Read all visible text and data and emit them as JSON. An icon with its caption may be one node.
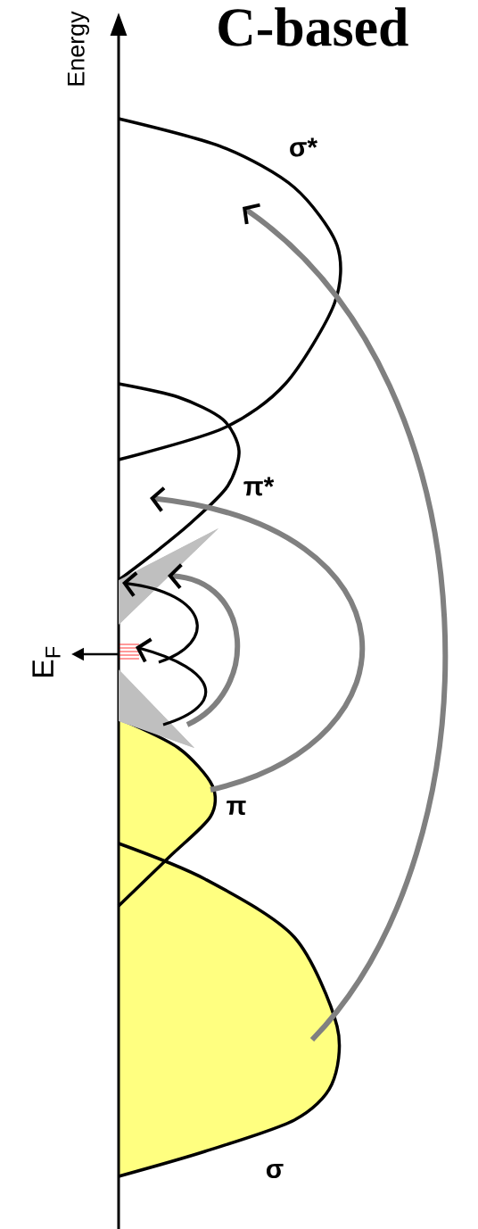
{
  "diagram": {
    "title": "C-based",
    "nodes": [
      {
        "text": [
          "σ*"
        ]
      },
      {
        "text": [
          "π*"
        ]
      },
      {
        "text": [
          "π"
        ]
      },
      {
        "text": [
          "σ"
        ]
      },
      {
        "text": [],
        "shape": "triangle"
      },
      {
        "text": [],
        "shape": "bar"
      },
      {
        "text": [],
        "shape": "triangle"
      }
    ],
    "edges": [
      {
        "from": 3,
        "to": 0,
        "arrow": "to"
      },
      {
        "from": 2,
        "to": 1,
        "arrow": "to"
      },
      {
        "from": 6,
        "to": 4,
        "arrow": "to"
      },
      {
        "from": 6,
        "to": 5,
        "arrow": "to",
        "color": "#000000"
      },
      {
        "from": 5,
        "to": 4,
        "arrow": "to",
        "color": "#000000"
      }
    ],
    "labels": [
      "Energy",
      "E$_{F}$"
    ]
  }
}
